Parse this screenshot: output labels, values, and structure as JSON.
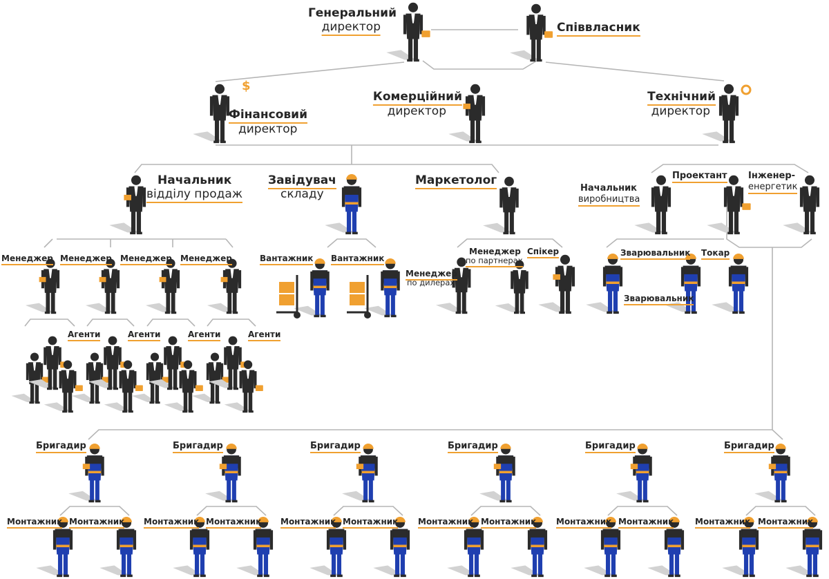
{
  "colors": {
    "accent": "#f0a030",
    "suit": "#2b2b2b",
    "overall": "#1f3fb0",
    "connector": "#b5b5b5",
    "shadow": "#d2d2d2"
  },
  "top": {
    "general_director_1": "Генеральний",
    "general_director_2": "директор",
    "co_owner": "Співвласник"
  },
  "directors": {
    "financial_1": "Фінансовий",
    "financial_2": "директор",
    "commercial_1": "Комерційний",
    "commercial_2": "директор",
    "technical_1": "Технічний",
    "technical_2": "директор"
  },
  "commercial_branch": {
    "sales_head_1": "Начальник",
    "sales_head_2": "відділу продаж",
    "warehouse_head_1": "Завідувач",
    "warehouse_head_2": "складу",
    "marketer": "Маркетолог",
    "managers": [
      "Менеджер",
      "Менеджер",
      "Менеджер",
      "Менеджер"
    ],
    "agents": [
      "Агенти",
      "Агенти",
      "Агенти",
      "Агенти"
    ],
    "loaders": [
      "Вантажник",
      "Вантажник"
    ],
    "partner_manager_1": "Менеджер",
    "partner_manager_2": "по партнерах",
    "dealer_manager_1": "Менеджер",
    "dealer_manager_2": "по дилерах",
    "speaker": "Спікер"
  },
  "technical_branch": {
    "production_head_1": "Начальник",
    "production_head_2": "виробництва",
    "designer": "Проектант",
    "power_engineer_1": "Інженер-",
    "power_engineer_2": "енергетик",
    "welder_1": "Зварювальник",
    "welder_2": "Зварювальник",
    "turner": "Токар"
  },
  "crews": [
    {
      "foreman": "Бригадир",
      "installers": [
        "Монтажник",
        "Монтажник"
      ]
    },
    {
      "foreman": "Бригадир",
      "installers": [
        "Монтажник",
        "Монтажник"
      ]
    },
    {
      "foreman": "Бригадир",
      "installers": [
        "Монтажник",
        "Монтажник"
      ]
    },
    {
      "foreman": "Бригадир",
      "installers": [
        "Монтажник",
        "Монтажник"
      ]
    },
    {
      "foreman": "Бригадир",
      "installers": [
        "Монтажник",
        "Монтажник"
      ]
    },
    {
      "foreman": "Бригадир",
      "installers": [
        "Монтажник",
        "Монтажник"
      ]
    }
  ]
}
